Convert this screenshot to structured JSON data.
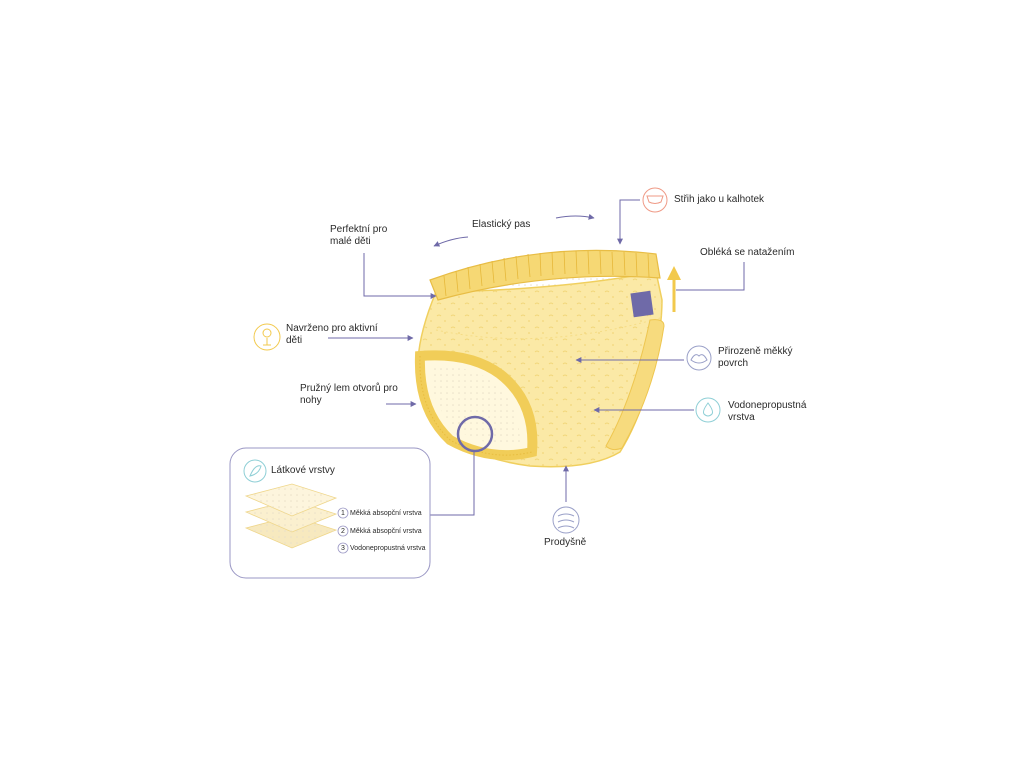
{
  "colors": {
    "accent": "#6f6aa8",
    "fabric": "#fbe9a6",
    "fabric_edge": "#f3d46a",
    "coral": "#ef9a86",
    "teal": "#8fcfd6",
    "gold": "#f2c94c"
  },
  "labels": {
    "elastic_waist": "Elastický pas",
    "cut_like_underwear": "Střih jako u kalhotek",
    "perfect_small_kids": "Perfektní pro malé děti",
    "pull_on": "Obléká se natažením",
    "active_kids": "Navrženo pro aktivní děti",
    "soft_surface": "Přirozeně měkký povrch",
    "leg_hem": "Pružný lem otvorů pro nohy",
    "waterproof_layer": "Vodonepropustná vrstva",
    "breathable": "Prodyšně"
  },
  "layers_box": {
    "title": "Látkové vrstvy",
    "items": [
      {
        "num": "1",
        "text": "Měkká absopční vrstva"
      },
      {
        "num": "2",
        "text": "Měkká absopční vrstva"
      },
      {
        "num": "3",
        "text": "Vodonepropustná vrstva"
      }
    ]
  },
  "icons": {
    "underwear": "underwear-icon",
    "active": "lightbulb-icon",
    "soft": "hand-icon",
    "water": "water-drop-icon",
    "air": "air-flow-icon",
    "layers": "leaf-icon",
    "pull": "up-arrow-icon"
  }
}
